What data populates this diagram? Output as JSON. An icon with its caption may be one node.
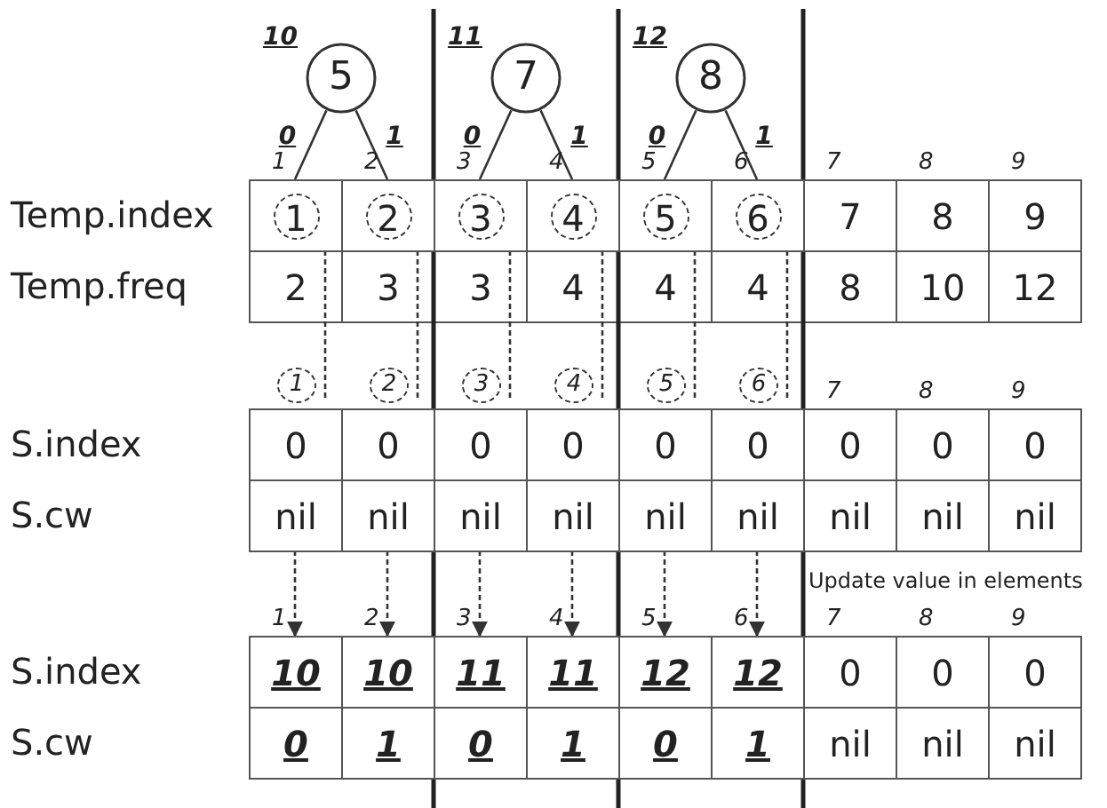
{
  "diagram": {
    "nodes": [
      {
        "text": [
          "5"
        ],
        "beside": [
          "10"
        ]
      },
      {
        "text": [
          "7"
        ],
        "beside": [
          "11"
        ]
      },
      {
        "text": [
          "8"
        ],
        "beside": [
          "12"
        ]
      },
      {
        "text": [
          "1"
        ],
        "beside": [
          "1"
        ]
      },
      {
        "text": [
          "2"
        ],
        "beside": [
          "2"
        ]
      },
      {
        "text": [
          "3"
        ],
        "beside": [
          "3"
        ]
      },
      {
        "text": [
          "4"
        ],
        "beside": [
          "4"
        ]
      },
      {
        "text": [
          "5"
        ],
        "beside": [
          "5"
        ]
      },
      {
        "text": [
          "6"
        ],
        "beside": [
          "6"
        ]
      },
      {
        "text": [
          "7"
        ],
        "beside": [
          "7"
        ]
      },
      {
        "text": [
          "8"
        ],
        "beside": [
          "8"
        ]
      },
      {
        "text": [
          "9"
        ],
        "beside": [
          "9"
        ]
      },
      {
        "text": [
          "0"
        ],
        "beside": [
          "1"
        ]
      },
      {
        "text": [
          "0"
        ],
        "beside": [
          "2"
        ]
      },
      {
        "text": [
          "0"
        ],
        "beside": [
          "3"
        ]
      },
      {
        "text": [
          "0"
        ],
        "beside": [
          "4"
        ]
      },
      {
        "text": [
          "0"
        ],
        "beside": [
          "5"
        ]
      },
      {
        "text": [
          "0"
        ],
        "beside": [
          "6"
        ]
      },
      {
        "text": [
          "0"
        ],
        "beside": [
          "7"
        ]
      },
      {
        "text": [
          "0"
        ],
        "beside": [
          "8"
        ]
      },
      {
        "text": [
          "0"
        ],
        "beside": [
          "9"
        ]
      },
      {
        "text": [
          "nil"
        ]
      },
      {
        "text": [
          "nil"
        ]
      },
      {
        "text": [
          "nil"
        ]
      },
      {
        "text": [
          "nil"
        ]
      },
      {
        "text": [
          "nil"
        ]
      },
      {
        "text": [
          "nil"
        ]
      },
      {
        "text": [
          "nil"
        ]
      },
      {
        "text": [
          "nil"
        ]
      },
      {
        "text": [
          "nil"
        ]
      },
      {
        "text": [
          "10"
        ],
        "beside": [
          "1"
        ]
      },
      {
        "text": [
          "10"
        ],
        "beside": [
          "2"
        ]
      },
      {
        "text": [
          "11"
        ],
        "beside": [
          "3"
        ]
      },
      {
        "text": [
          "11"
        ],
        "beside": [
          "4"
        ]
      },
      {
        "text": [
          "12"
        ],
        "beside": [
          "5"
        ]
      },
      {
        "text": [
          "12"
        ],
        "beside": [
          "6"
        ]
      },
      {
        "text": [
          "0"
        ],
        "beside": [
          "7"
        ]
      },
      {
        "text": [
          "0"
        ],
        "beside": [
          "8"
        ]
      },
      {
        "text": [
          "0"
        ],
        "beside": [
          "9"
        ]
      },
      {
        "text": [
          "0"
        ]
      },
      {
        "text": [
          "1"
        ]
      },
      {
        "text": [
          "0"
        ]
      },
      {
        "text": [
          "1"
        ]
      },
      {
        "text": [
          "0"
        ]
      },
      {
        "text": [
          "1"
        ]
      },
      {
        "text": [
          "nil"
        ]
      },
      {
        "text": [
          "nil"
        ]
      },
      {
        "text": [
          "nil"
        ]
      }
    ],
    "edges": [
      {
        "from": 0,
        "to": 3,
        "arrow": "none",
        "label": "0"
      },
      {
        "from": 0,
        "to": 4,
        "arrow": "none",
        "label": "1"
      },
      {
        "from": 1,
        "to": 5,
        "arrow": "none",
        "label": "0"
      },
      {
        "from": 1,
        "to": 6,
        "arrow": "none",
        "label": "1"
      },
      {
        "from": 2,
        "to": 7,
        "arrow": "none",
        "label": "0"
      },
      {
        "from": 2,
        "to": 8,
        "arrow": "none",
        "label": "1"
      },
      {
        "from": 3,
        "to": 12,
        "arrow": "none",
        "style": "dashed"
      },
      {
        "from": 4,
        "to": 13,
        "arrow": "none",
        "style": "dashed"
      },
      {
        "from": 5,
        "to": 14,
        "arrow": "none",
        "style": "dashed"
      },
      {
        "from": 6,
        "to": 15,
        "arrow": "none",
        "style": "dashed"
      },
      {
        "from": 7,
        "to": 16,
        "arrow": "none",
        "style": "dashed"
      },
      {
        "from": 8,
        "to": 17,
        "arrow": "none",
        "style": "dashed"
      },
      {
        "from": 21,
        "to": 30,
        "arrow": "to",
        "style": "dashed"
      },
      {
        "from": 22,
        "to": 31,
        "arrow": "to",
        "style": "dashed"
      },
      {
        "from": 23,
        "to": 32,
        "arrow": "to",
        "style": "dashed"
      },
      {
        "from": 24,
        "to": 33,
        "arrow": "to",
        "style": "dashed"
      },
      {
        "from": 25,
        "to": 34,
        "arrow": "to",
        "style": "dashed"
      },
      {
        "from": 26,
        "to": 35,
        "arrow": "to",
        "style": "dashed"
      }
    ],
    "labels": [
      "Temp.index",
      "Temp.freq",
      "2",
      "3",
      "3",
      "4",
      "4",
      "4",
      "8",
      "10",
      "12",
      "S.index",
      "S.cw",
      "S.index",
      "S.cw",
      "Update value in elements"
    ]
  }
}
